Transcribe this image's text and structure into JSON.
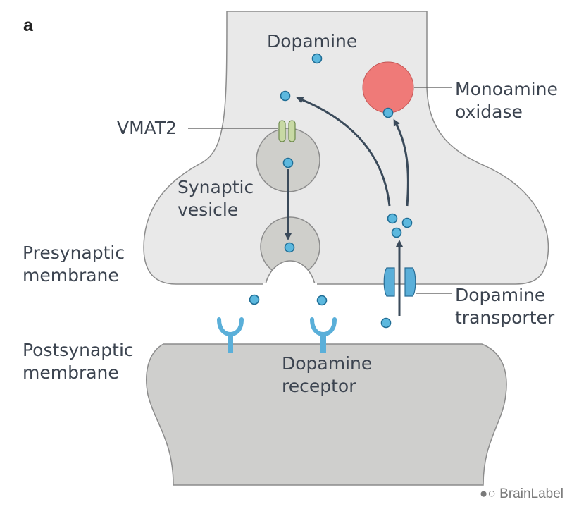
{
  "panel_label": "a",
  "labels": {
    "dopamine_top": "Dopamine",
    "mao": [
      "Monoamine",
      "oxidase"
    ],
    "vmat2": "VMAT2",
    "vesicle": [
      "Synaptic",
      "vesicle"
    ],
    "presynaptic": [
      "Presynaptic",
      "membrane"
    ],
    "postsynaptic": [
      "Postsynaptic",
      "membrane"
    ],
    "transporter": [
      "Dopamine",
      "transporter"
    ],
    "receptor": [
      "Dopamine",
      "receptor"
    ]
  },
  "watermark": "BrainLabel",
  "colors": {
    "presynaptic_fill": "#e9e9e9",
    "postsynaptic_fill": "#cfcfcd",
    "outline": "#8c8c8c",
    "dopamine": "#5cb8de",
    "dopamine_stroke": "#1f6d95",
    "mao": "#ef7a78",
    "vmat2": "#c8d9a4",
    "transporter": "#5aafd9",
    "receptor": "#5aafd9",
    "arrow": "#3a4a5a",
    "text": "#3c4450"
  }
}
